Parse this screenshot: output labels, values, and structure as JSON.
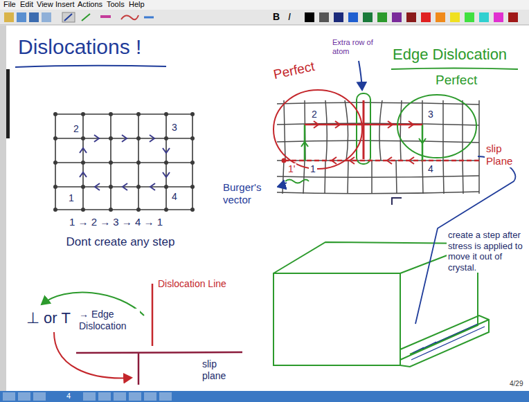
{
  "diagram": {
    "title": "Dislocations !",
    "nodes": [
      {
        "text": [
          "Perfect"
        ]
      },
      {
        "text": [
          "Perfect"
        ]
      }
    ],
    "labels": [
      "File",
      "Edit",
      "View",
      "Insert",
      "Actions",
      "Tools",
      "Help",
      "B",
      "I",
      "2",
      "3",
      "4",
      "1",
      "1 → 2 → 3 → 4 → 1",
      "Dont create any step",
      "⊥ or T",
      "→ Edge Dislocation",
      "Dislocation Line",
      "slip plane",
      "Extra row of atom",
      "Edge Dislocation",
      "2",
      "3",
      "4",
      "1",
      "1'",
      "slip Plane",
      "Burger's vector",
      "create a step after stress is applied to move it out of crystal.",
      "4/29",
      "4"
    ]
  }
}
